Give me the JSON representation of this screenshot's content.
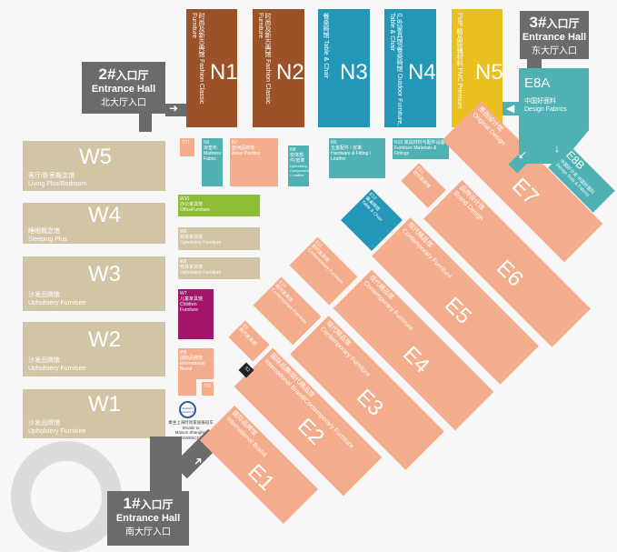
{
  "north": [
    {
      "id": "N1",
      "cn": "时尚及新古典馆",
      "en": "Fashion Classic Furniture"
    },
    {
      "id": "N2",
      "cn": "时尚及新古典馆",
      "en": "Fashion Classic Furniture"
    },
    {
      "id": "N3",
      "cn": "餐桌椅馆",
      "en": "Table & Chair"
    },
    {
      "id": "N4",
      "cn": "户外家具馆/餐桌椅馆",
      "en": "Outdoor Furniture, Table & Chair"
    },
    {
      "id": "N5",
      "cn": "FMP 精品原辅材料",
      "en": "FMC Premium"
    }
  ],
  "north_small": [
    {
      "id": "T07"
    },
    {
      "id": "N6",
      "cn": "床垫布",
      "en": "Mattress Fabric"
    },
    {
      "id": "N7",
      "cn": "亚洲品牌馆",
      "en": "Asian Pavilion"
    },
    {
      "id": "N8",
      "cn": "软体部件/皮革",
      "en": "Upholstery Components / Leather"
    },
    {
      "id": "N9",
      "cn": "五金配件 / 皮革",
      "en": "Hardware & Fitting / Leather"
    },
    {
      "id": "N10",
      "cn": "家具材料与配件设备",
      "en": "Furniture Materials & Fittings"
    }
  ],
  "west": [
    {
      "id": "W5",
      "cn": "客厅/卧室概念馆",
      "en": "Living Plus/Bedroom"
    },
    {
      "id": "W4",
      "cn": "睡眠概念馆",
      "en": "Sleeping Plus"
    },
    {
      "id": "W3",
      "cn": "沙发品牌馆",
      "en": "Upholstery Furniture"
    },
    {
      "id": "W2",
      "cn": "沙发品牌馆",
      "en": "Upholstery Furniture"
    },
    {
      "id": "W1",
      "cn": "沙发品牌馆",
      "en": "Upholstery Furniture"
    }
  ],
  "west_small": [
    {
      "id": "W10",
      "cn": "办公家具馆",
      "en": "OfficeFurniture"
    },
    {
      "id": "W9",
      "cn": "软体家具馆",
      "en": "Upholstery Furniture"
    },
    {
      "id": "W8",
      "cn": "软体家具馆",
      "en": "Upholstery Furniture"
    },
    {
      "id": "W7",
      "cn": "儿童家具馆",
      "en": "Children Furniture"
    },
    {
      "id": "W6",
      "cn": "国际品牌馆",
      "en": "International Brand"
    },
    {
      "id": "T01"
    }
  ],
  "east": [
    {
      "id": "E1",
      "cn": "国际品牌馆",
      "en": "International Brand"
    },
    {
      "id": "E2",
      "cn": "国际品牌/现代精品馆",
      "en": "International Brand/Contemporary Furniture"
    },
    {
      "id": "E3",
      "cn": "现代精品馆",
      "en": "Contemporary Furniture"
    },
    {
      "id": "E4",
      "cn": "现代精品馆",
      "en": "Contemporary Furniture"
    },
    {
      "id": "E5",
      "cn": "现代精品馆",
      "en": "Contemporary Furniture"
    },
    {
      "id": "E6",
      "cn": "品牌设计馆",
      "en": "Brand Design"
    },
    {
      "id": "E7",
      "cn": "原创设计馆",
      "en": "Original Design"
    }
  ],
  "east_small": [
    {
      "id": "E9",
      "cn": "现代家具馆"
    },
    {
      "id": "E10",
      "cn": "现代家具馆",
      "en": "Contemporary Furniture"
    },
    {
      "id": "E11",
      "cn": "现代家具馆",
      "en": "Contemporary Furniture"
    },
    {
      "id": "E12",
      "cn": "餐桌椅馆",
      "en": "Table & Chair"
    },
    {
      "id": "E13",
      "cn": "现代家具馆"
    }
  ],
  "e8a": {
    "id": "E8A",
    "cn": "中国好面料",
    "en": "Design Fabrics"
  },
  "e8b": {
    "id": "E8B",
    "cn": "中国好沙发 中国好面料",
    "en": "Design Sofa & Fabrics"
  },
  "s2": "S2",
  "entrances": [
    {
      "num": "2#",
      "cn_top": "入口厅",
      "en": "Entrance Hall",
      "cn": "北大厅入口"
    },
    {
      "num": "3#",
      "cn_top": "入口厅",
      "en": "Entrance Hall",
      "cn": "东大厅入口"
    },
    {
      "num": "1#",
      "cn_top": "入口厅",
      "en": "Entrance Hall",
      "cn": "南大厅入口"
    }
  ],
  "shuttle": {
    "logo": "MAISON SHANGHAI",
    "cn": "乘坐上海时尚家居展班车",
    "en1": "Shuttle to",
    "en2": "Maison Shanghai",
    "en3": "(SWEECC)"
  }
}
